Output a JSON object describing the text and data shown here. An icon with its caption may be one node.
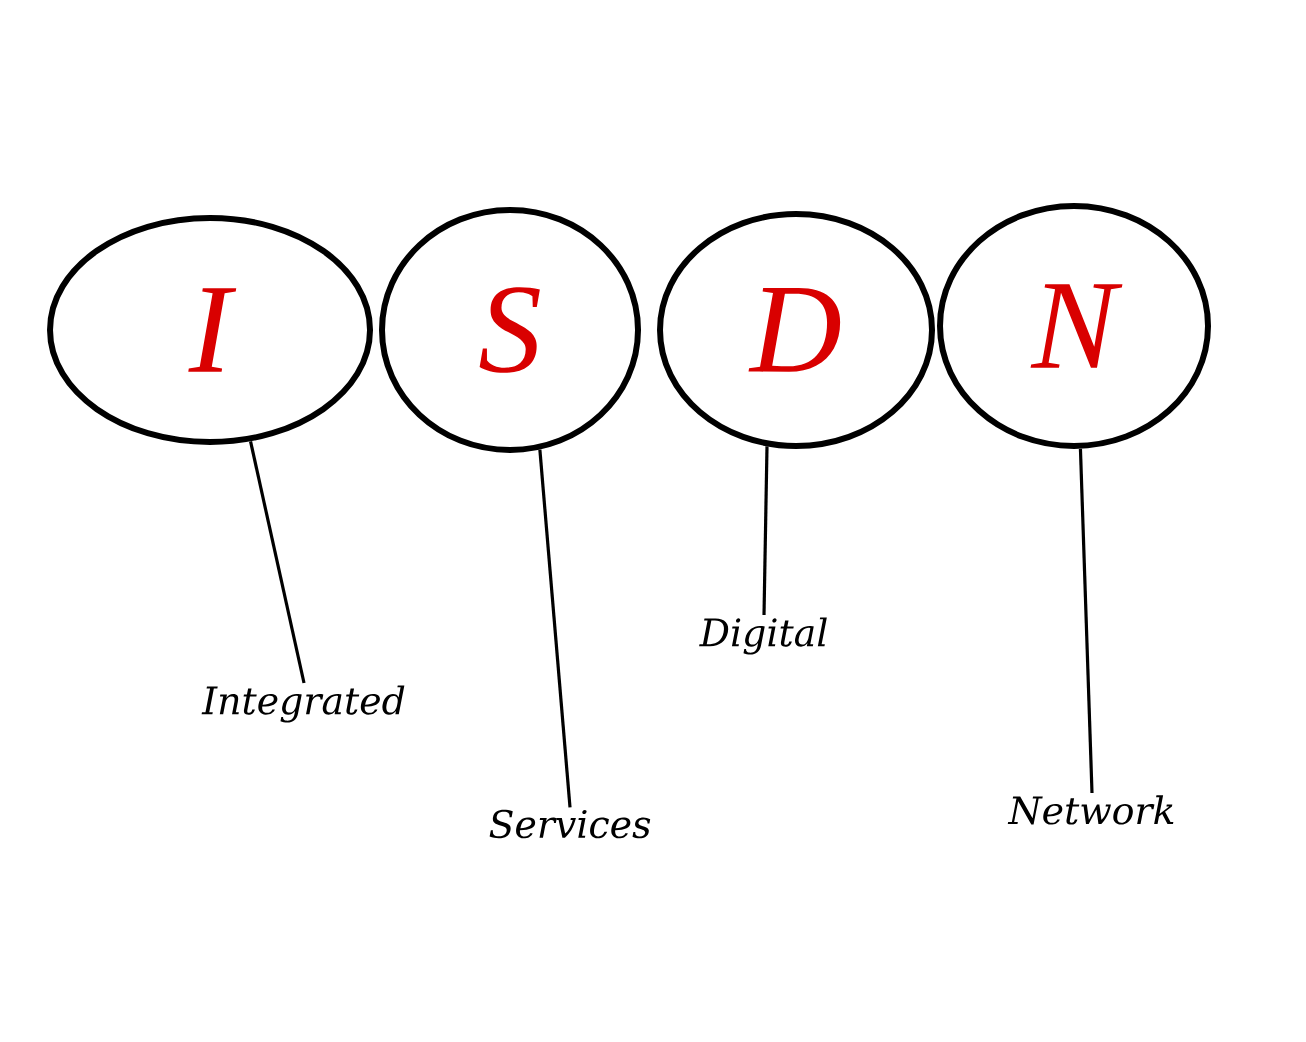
{
  "diagram": {
    "nodes": [
      {
        "text": [
          "I"
        ]
      },
      {
        "text": [
          "S"
        ]
      },
      {
        "text": [
          "D"
        ]
      },
      {
        "text": [
          "N"
        ]
      },
      {
        "text": [
          "Integrated"
        ]
      },
      {
        "text": [
          "Services"
        ]
      },
      {
        "text": [
          "Digital"
        ]
      },
      {
        "text": [
          "Network"
        ]
      }
    ],
    "edges": [
      {
        "from": 4,
        "to": 0,
        "arrow": "none"
      },
      {
        "from": 5,
        "to": 1,
        "arrow": "none"
      },
      {
        "from": 6,
        "to": 2,
        "arrow": "none"
      },
      {
        "from": 7,
        "to": 3,
        "arrow": "none"
      }
    ]
  }
}
